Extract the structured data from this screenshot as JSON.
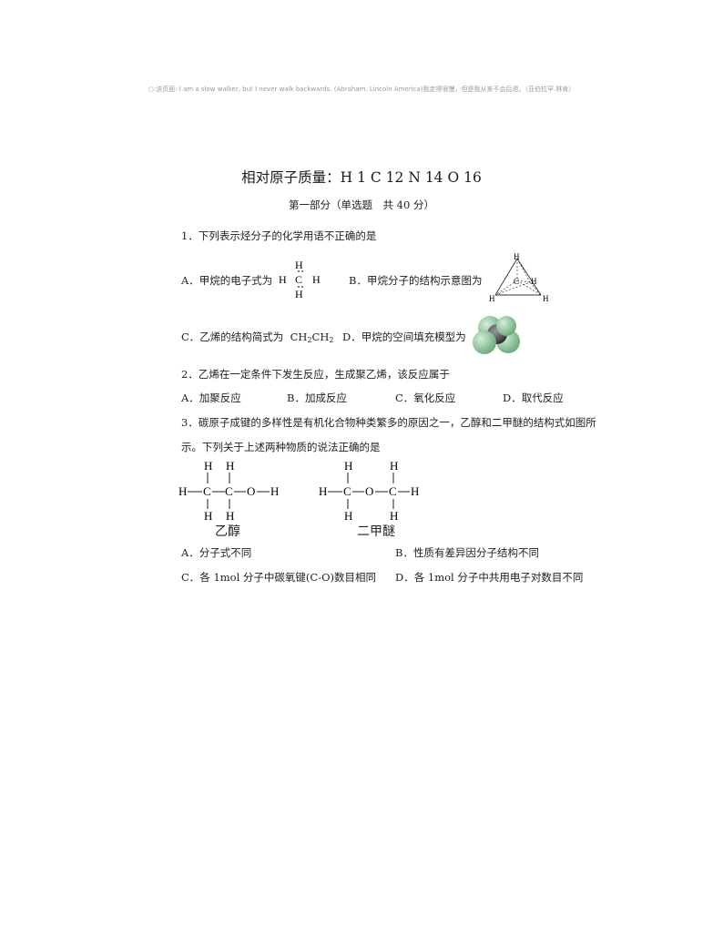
{
  "header_note": "○:该页面: I am a slow walker, but I never walk backwards. (Abraham. Lincoln America)我走得很慢，但是我从来不会后退。（亚伯拉罕.林肯）",
  "title": "相对原子质量：H 1 C 12 N 14 O 16",
  "section": "第一部分（单选题　共 40 分）",
  "q1": {
    "stem": "1．下列表示烃分子的化学用语不正确的是",
    "A_label": "A．甲烷的电子式为",
    "B_label": "B．甲烷分子的结构示意图为",
    "C_label": "C．乙烯的结构简式为",
    "C_formula_a": "CH",
    "C_formula_sub1": "2",
    "C_formula_b": "CH",
    "C_formula_sub2": "2",
    "D_label": "D．甲烷的空间填充模型为",
    "electron_formula": {
      "H": "H",
      "C": "C",
      "dot": ":"
    },
    "tetra": {
      "H": "H",
      "C": "C"
    }
  },
  "q2": {
    "stem": "2．乙烯在一定条件下发生反应，生成聚乙烯，该反应属于",
    "A": "A．加聚反应",
    "B": "B．加成反应",
    "C": "C．氧化反应",
    "D": "D．取代反应"
  },
  "q3": {
    "stem1": "3．碳原子成键的多样性是有机化合物种类繁多的原因之一，乙醇和二甲醚的结构式如图所",
    "stem2": "示。下列关于上述两种物质的说法正确的是",
    "ethanol_name": "乙醇",
    "ether_name": "二甲醚",
    "atoms": {
      "H": "H",
      "C": "C",
      "O": "O"
    },
    "A": "A．分子式不同",
    "B": "B．性质有差异因分子结构不同",
    "C": "C．各 1mol 分子中碳氧键(C-O)数目相同",
    "D": "D．各 1mol 分子中共用电子对数目不同"
  }
}
